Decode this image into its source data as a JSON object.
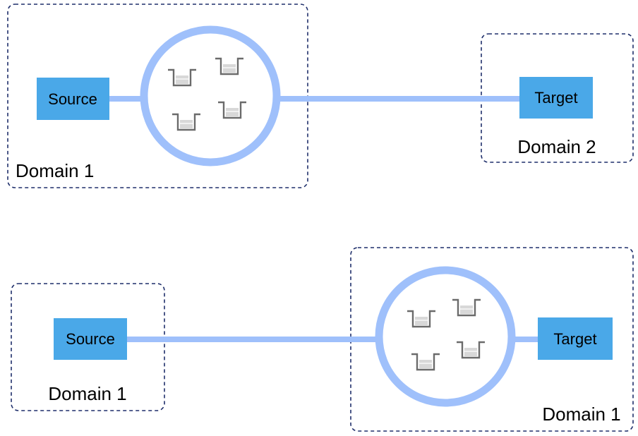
{
  "top": {
    "source_label": "Source",
    "target_label": "Target",
    "left_domain_label": "Domain 1",
    "right_domain_label": "Domain 2"
  },
  "bottom": {
    "source_label": "Source",
    "target_label": "Target",
    "left_domain_label": "Domain 1",
    "right_domain_label": "Domain 1"
  },
  "colors": {
    "node_fill": "#4aa8e8",
    "link": "#9fc0fb",
    "domain_border": "#1f2f6b",
    "bucket_outline": "#6b6b6b"
  },
  "icons": {
    "broker": "queue-bucket-icon"
  }
}
